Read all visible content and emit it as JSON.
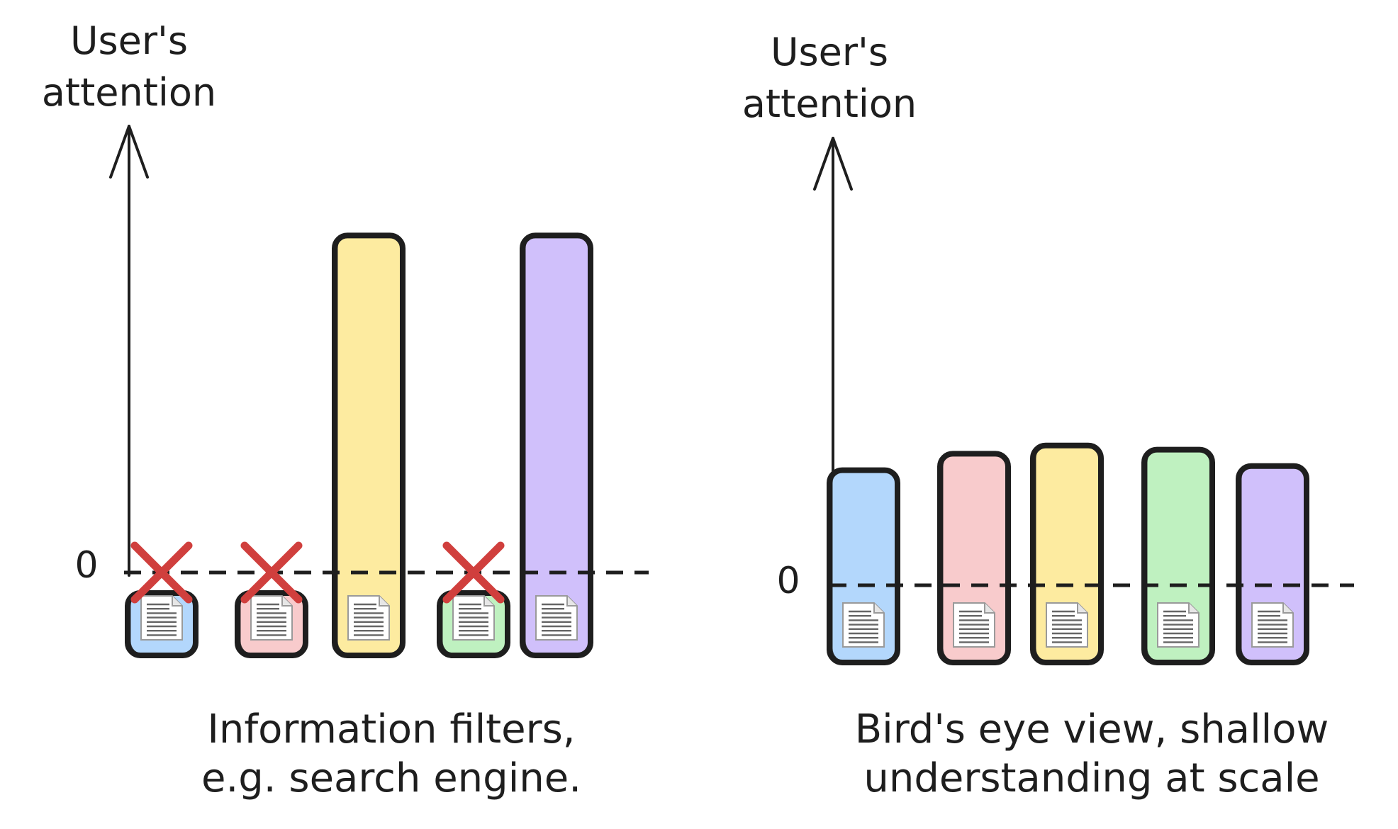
{
  "panels": [
    {
      "id": "filters",
      "ylabel": [
        "User's",
        "attention"
      ],
      "zero_label": "0",
      "caption": [
        "Information filters,",
        "e.g. search engine."
      ],
      "bars": [
        {
          "color": "#b3d7fc",
          "attention": -0.05,
          "crossed": true
        },
        {
          "color": "#f8cbcc",
          "attention": -0.05,
          "crossed": true
        },
        {
          "color": "#fdeba0",
          "attention": 0.82,
          "crossed": false
        },
        {
          "color": "#bff1c0",
          "attention": -0.05,
          "crossed": true
        },
        {
          "color": "#d0c0fb",
          "attention": 0.82,
          "crossed": false
        }
      ]
    },
    {
      "id": "birds-eye",
      "ylabel": [
        "User's",
        "attention"
      ],
      "zero_label": "0",
      "caption": [
        "Bird's eye view, shallow",
        "understanding at scale"
      ],
      "bars": [
        {
          "color": "#b3d7fc",
          "attention": 0.28,
          "crossed": false
        },
        {
          "color": "#f8cbcc",
          "attention": 0.32,
          "crossed": false
        },
        {
          "color": "#fdeba0",
          "attention": 0.34,
          "crossed": false
        },
        {
          "color": "#bff1c0",
          "attention": 0.33,
          "crossed": false
        },
        {
          "color": "#d0c0fb",
          "attention": 0.29,
          "crossed": false
        }
      ]
    }
  ],
  "colors": {
    "ink": "#1e1e1e",
    "cross": "#d03f3d",
    "doc_lines": "#666666"
  },
  "icons": {
    "document": "document-icon",
    "cross": "cross-mark-icon"
  }
}
